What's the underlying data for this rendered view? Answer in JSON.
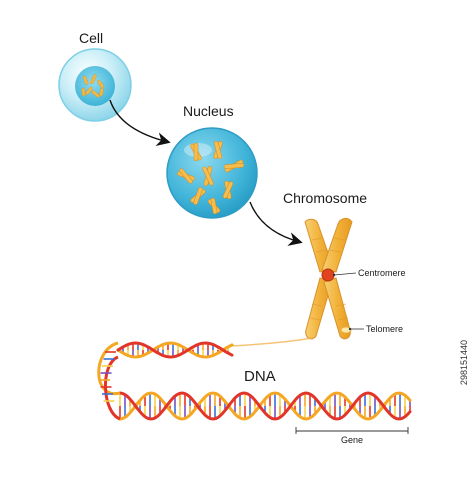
{
  "labels": {
    "cell": "Cell",
    "nucleus": "Nucleus",
    "chromosome": "Chromosome",
    "centromere": "Centromere",
    "telomere": "Telomere",
    "dna": "DNA",
    "gene": "Gene"
  },
  "stock_id": "298151440",
  "colors": {
    "cell_fill": "#bfe9f4",
    "nucleus_fill": "#5fc3df",
    "chromosome": "#f2b945",
    "centromere": "#e0431d",
    "dna_red": "#e2352a",
    "dna_orange": "#f5a623",
    "dna_yellow": "#f7d24a",
    "dna_blue": "#3a6fd8",
    "dna_purple": "#7b4fc4",
    "arrow": "#111111"
  }
}
